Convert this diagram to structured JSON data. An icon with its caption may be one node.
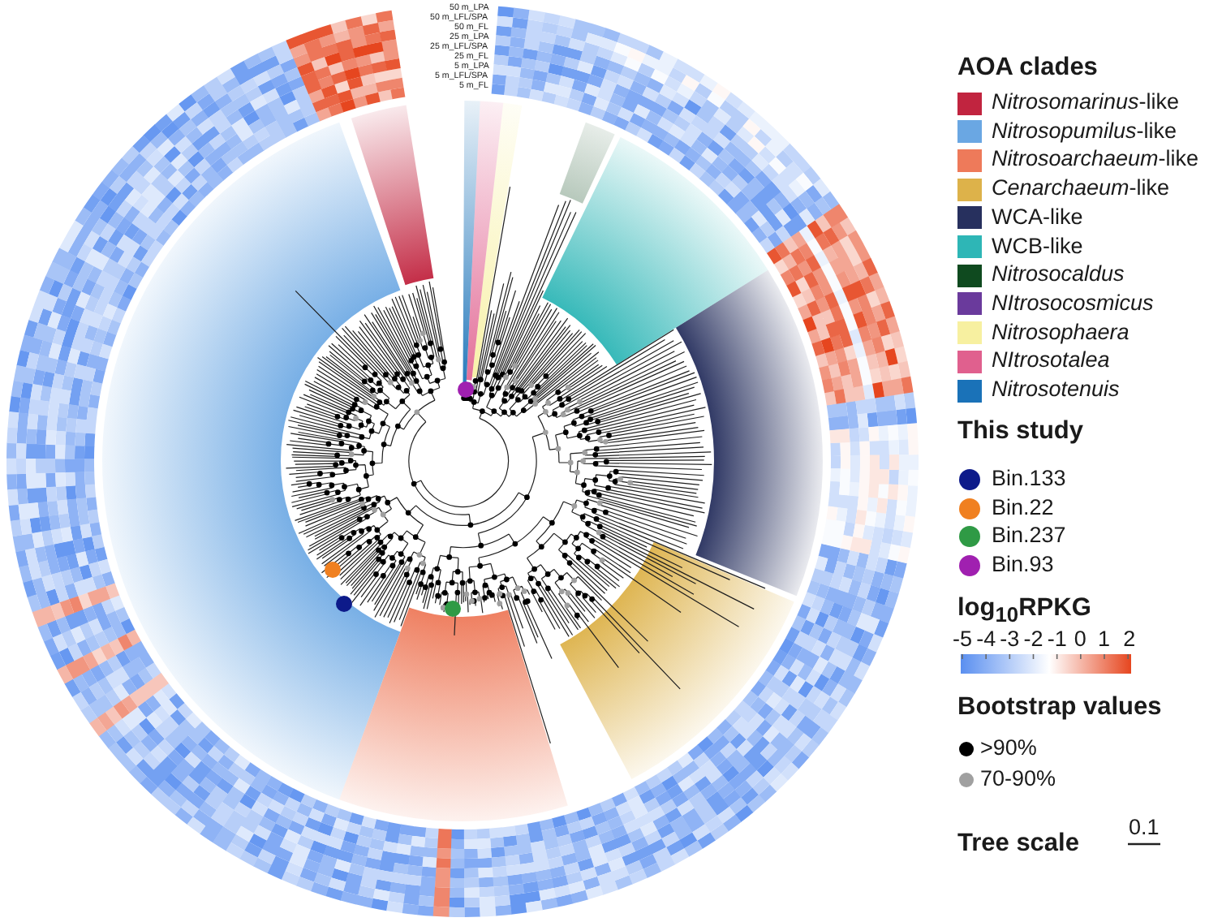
{
  "diagram": {
    "labels": [
      "50 m_LPA",
      "50 m_LFL/SPA",
      "50 m_FL",
      "25 m_LPA",
      "25 m_LFL/SPA",
      "25 m_FL",
      "5 m_LPA",
      "5 m_LFL/SPA",
      "5 m_FL",
      "AOA clades",
      "This study",
      "log$_{10}$RPKG",
      "-5",
      "-4",
      "-3",
      "-2",
      "-1",
      "0",
      "1",
      "2",
      "Bootstrap values",
      "Tree scale",
      "0.1"
    ],
    "legend": [
      {
        "text": "*Nitrosomarinus*-like",
        "color": "#c1243f"
      },
      {
        "text": "*Nitrosopumilus*-like",
        "color": "#6aa7e3"
      },
      {
        "text": "*Nitrosoarchaeum*-like",
        "color": "#ee7a5a"
      },
      {
        "text": "*Cenarchaeum*-like",
        "color": "#ddb24a"
      },
      {
        "text": "WCA-like",
        "color": "#27305e"
      },
      {
        "text": "WCB-like",
        "color": "#2eb6b6"
      },
      {
        "text": "Nitrosocaldus",
        "color": "#0f4a1f"
      },
      {
        "text": "NItrosocosmicus",
        "color": "#6a3a9c"
      },
      {
        "text": "Nitrosophaera",
        "color": "#f7f0a0"
      },
      {
        "text": "NItrosotalea",
        "color": "#e0608e"
      },
      {
        "text": "Nitrosotenuis",
        "color": "#1a72b8"
      },
      {
        "text": "Bin.133",
        "color": "#0d1a8a"
      },
      {
        "text": "Bin.22",
        "color": "#f08020"
      },
      {
        "text": "Bin.237",
        "color": "#2f9a45"
      },
      {
        "text": "Bin.93",
        "color": "#a020b0"
      },
      {
        "text": ">90%",
        "color": "#000000"
      },
      {
        "text": "70-90%",
        "color": "#a0a0a0"
      }
    ]
  }
}
